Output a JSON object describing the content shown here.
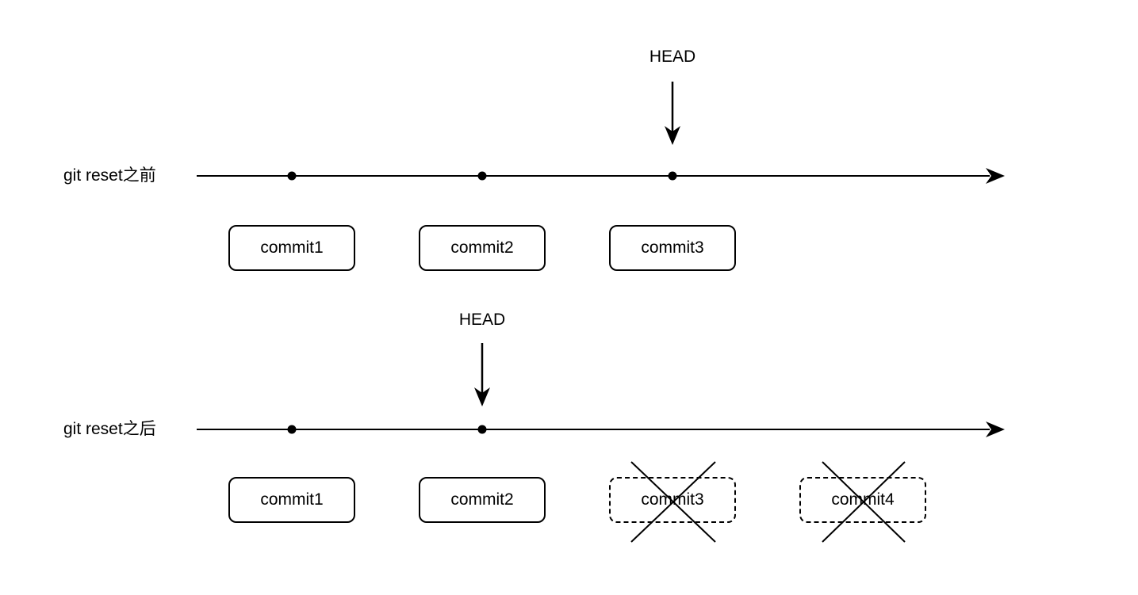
{
  "diagram": {
    "title": "git reset timeline comparison",
    "colors": {
      "background": "#ffffff",
      "line": "#000000",
      "text": "#000000"
    },
    "sections": [
      {
        "id": "before",
        "label": "git reset之前",
        "head_label": "HEAD",
        "head_points_to": "commit3",
        "commits": [
          {
            "label": "commit1",
            "style": "solid",
            "deleted": false
          },
          {
            "label": "commit2",
            "style": "solid",
            "deleted": false
          },
          {
            "label": "commit3",
            "style": "solid",
            "deleted": false
          }
        ]
      },
      {
        "id": "after",
        "label": "git reset之后",
        "head_label": "HEAD",
        "head_points_to": "commit2",
        "commits": [
          {
            "label": "commit1",
            "style": "solid",
            "deleted": false
          },
          {
            "label": "commit2",
            "style": "solid",
            "deleted": false
          },
          {
            "label": "commit3",
            "style": "dashed",
            "deleted": true
          },
          {
            "label": "commit4",
            "style": "dashed",
            "deleted": true
          }
        ]
      }
    ]
  }
}
